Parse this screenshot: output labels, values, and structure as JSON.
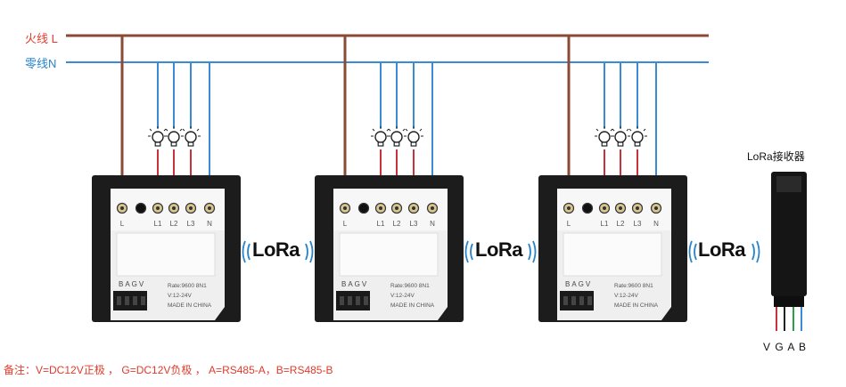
{
  "wires": {
    "live_label": "火线 L",
    "neutral_label": "零线N",
    "colors": {
      "live": "#8b4a35",
      "neutral": "#3a8bd6",
      "switched": "#c8323a"
    }
  },
  "switches": [
    {
      "terminals": [
        "L",
        "L1",
        "L2",
        "L3",
        "N"
      ],
      "brand": "BAGV",
      "spec1": "Rate:9600 8N1",
      "spec2": "V:12-24V",
      "spec3": "MADE IN CHINA",
      "lora": "LoRa"
    },
    {
      "terminals": [
        "L",
        "L1",
        "L2",
        "L3",
        "N"
      ],
      "brand": "BAGV",
      "spec1": "Rate:9600 8N1",
      "spec2": "V:12-24V",
      "spec3": "MADE IN CHINA",
      "lora": "LoRa"
    },
    {
      "terminals": [
        "L",
        "L1",
        "L2",
        "L3",
        "N"
      ],
      "brand": "BAGV",
      "spec1": "Rate:9600 8N1",
      "spec2": "V:12-24V",
      "spec3": "MADE IN CHINA",
      "lora": "LoRa"
    }
  ],
  "receiver": {
    "title": "LoRa接收器",
    "pins": "V G A B",
    "pin_colors": [
      "#c8323a",
      "#222222",
      "#2e9e4a",
      "#3a8bd6"
    ]
  },
  "note": "备注：V=DC12V正极 ，  G=DC12V负极 ，  A=RS485-A，B=RS485-B",
  "icons": [
    "bulb-icon",
    "lora-signal-icon"
  ]
}
